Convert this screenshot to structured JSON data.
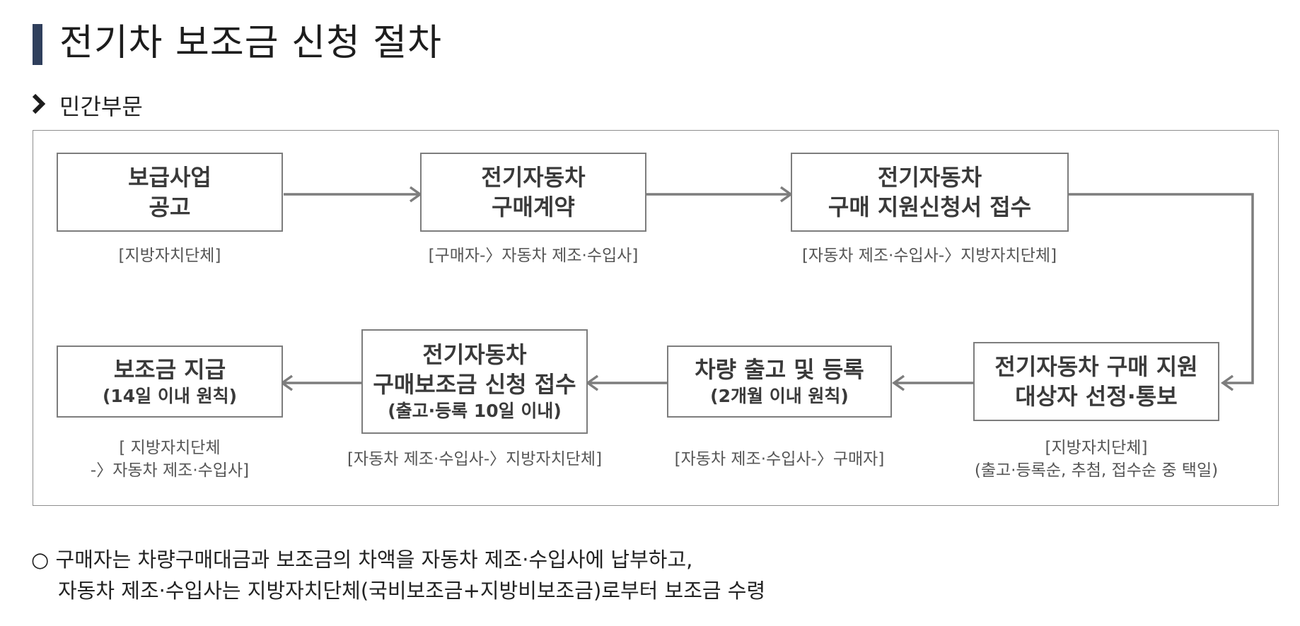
{
  "title": "전기차 보조금 신청 절차",
  "section": "민간부문",
  "steps": [
    {
      "lines": [
        "보급사업",
        "공고"
      ],
      "sub": "",
      "caption": [
        "[지방자치단체]"
      ]
    },
    {
      "lines": [
        "전기자동차",
        "구매계약"
      ],
      "sub": "",
      "caption": [
        "[구매자-〉자동차 제조·수입사]"
      ]
    },
    {
      "lines": [
        "전기자동차",
        "구매 지원신청서 접수"
      ],
      "sub": "",
      "caption": [
        "[자동차 제조·수입사-〉지방자치단체]"
      ]
    },
    {
      "lines": [
        "전기자동차 구매 지원",
        "대상자  선정·통보"
      ],
      "sub": "",
      "caption": [
        "[지방자치단체]",
        "(출고·등록순, 추첨, 접수순 중 택일)"
      ]
    },
    {
      "lines": [
        "차량 출고 및 등록"
      ],
      "sub": "(2개월 이내 원칙)",
      "caption": [
        "[자동차 제조·수입사-〉구매자]"
      ]
    },
    {
      "lines": [
        "전기자동차",
        "구매보조금 신청 접수"
      ],
      "sub": "(출고·등록 10일 이내)",
      "caption": [
        "[자동차 제조·수입사-〉지방자치단체]"
      ]
    },
    {
      "lines": [
        "보조금 지급"
      ],
      "sub": "(14일 이내 원칙)",
      "caption": [
        "[ 지방자치단체",
        "-〉자동차 제조·수입사]"
      ]
    }
  ],
  "notes": {
    "line1": "○ 구매자는 차량구매대금과 보조금의 차액을 자동차 제조·수입사에 납부하고,",
    "line2": "자동차 제조·수입사는 지방자치단체(국비보조금+지방비보조금)로부터 보조금 수령"
  },
  "colors": {
    "accent": "#2f3f5c",
    "box_border": "#7d7d7d",
    "arrow": "#7d7d7d"
  }
}
